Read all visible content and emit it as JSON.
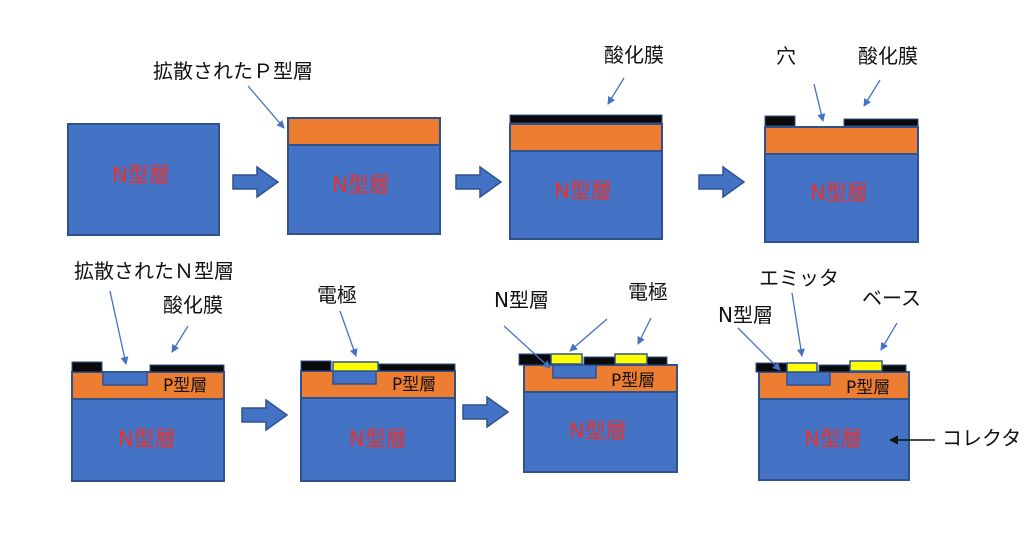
{
  "labels": {
    "n_layer": "N型層",
    "p_layer": "P型層",
    "diffused_p": "拡散されたＰ型層",
    "diffused_n": "拡散されたＮ型層",
    "oxide": "酸化膜",
    "hole": "穴",
    "electrode": "電極",
    "emitter": "エミッタ",
    "base": "ベース",
    "collector": "コレクタ"
  },
  "colors": {
    "n_type": "#4472c4",
    "p_type": "#ed7d31",
    "oxide": "#0a0a0a",
    "electrode": "#ffff00",
    "n_text": "#e8322a",
    "arrow": "#4472c4"
  }
}
